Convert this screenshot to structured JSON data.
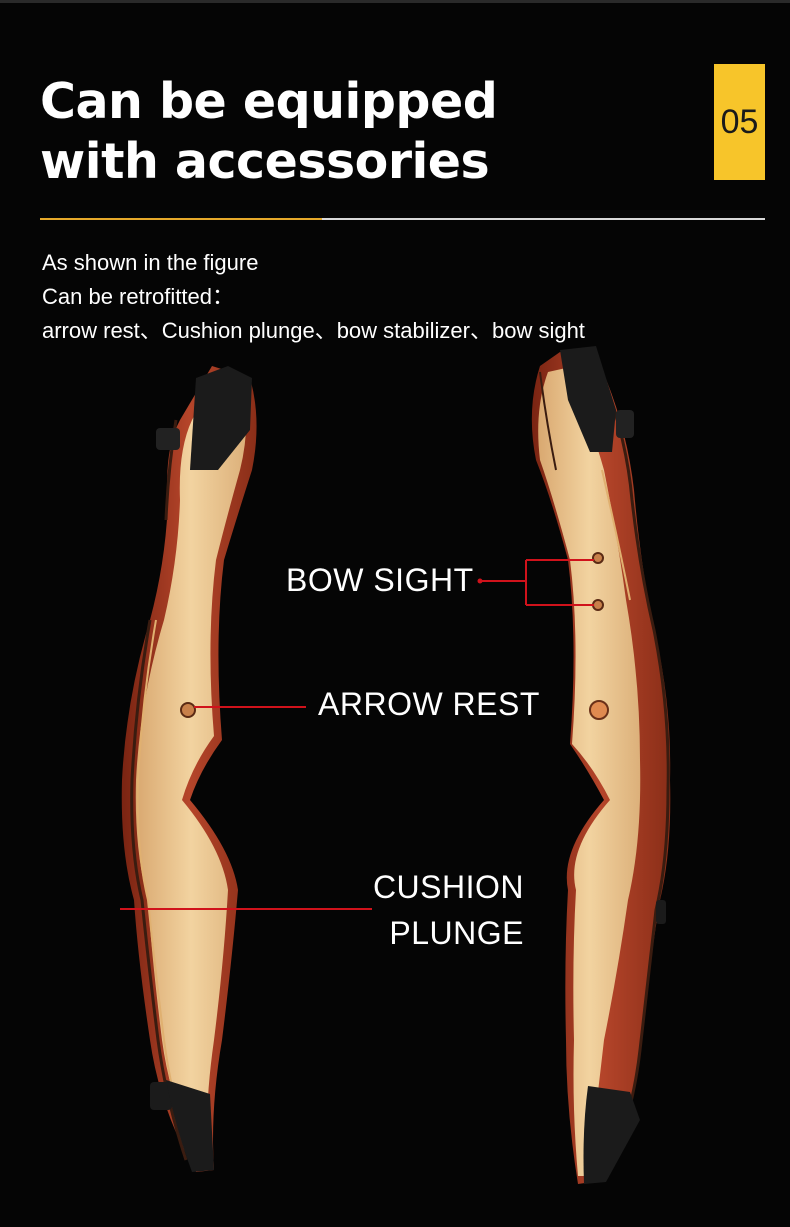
{
  "header": {
    "title_line1": "Can be equipped",
    "title_line2": "with accessories",
    "badge": "05"
  },
  "intro": {
    "line1": "As shown in the figure",
    "line2": "Can be retrofitted：",
    "line3": "arrow rest、Cushion plunge、bow stabilizer、bow sight"
  },
  "callouts": {
    "bow_sight": "BOW SIGHT",
    "arrow_rest": "ARROW REST",
    "cushion_line1": "CUSHION",
    "cushion_line2": "PLUNGE"
  },
  "colors": {
    "background": "#050505",
    "accent_yellow": "#f7c52a",
    "accent_rule": "#e6a92a",
    "callout_line": "#d0121b",
    "wood_light": "#e8c48e",
    "wood_red": "#a8381f"
  }
}
